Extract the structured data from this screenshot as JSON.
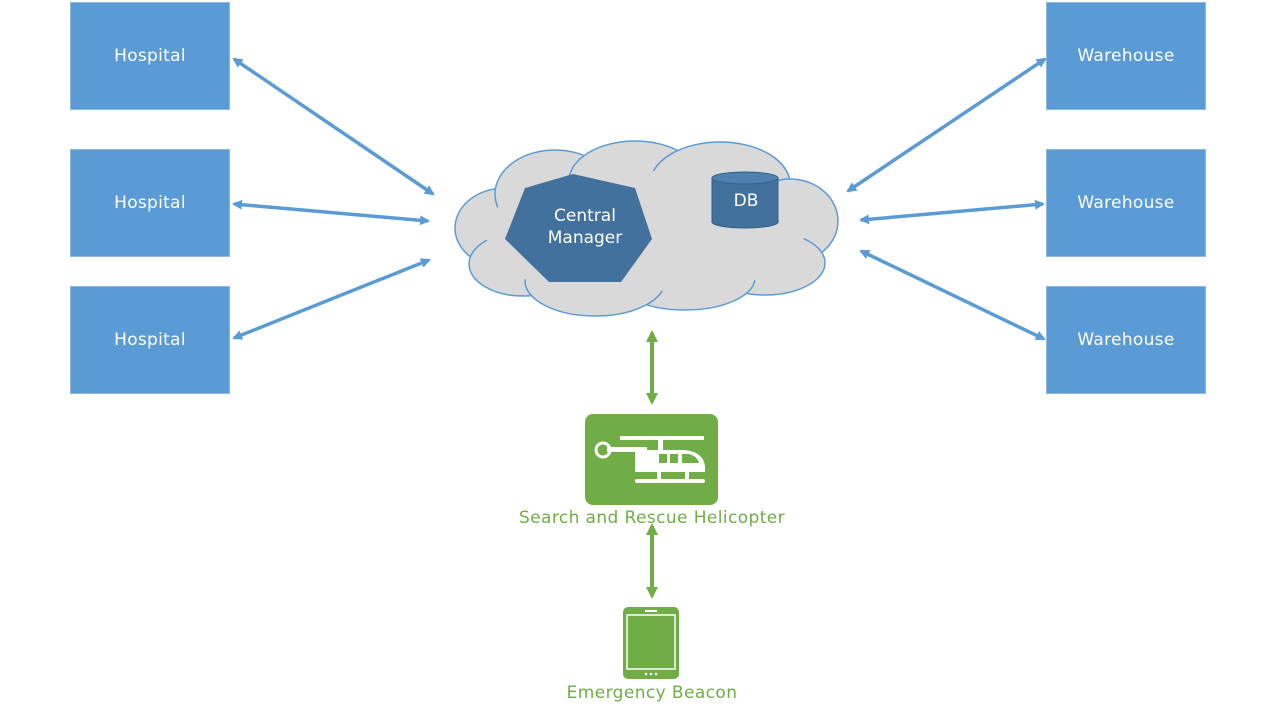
{
  "hospitals": [
    {
      "label": "Hospital"
    },
    {
      "label": "Hospital"
    },
    {
      "label": "Hospital"
    }
  ],
  "warehouses": [
    {
      "label": "Warehouse"
    },
    {
      "label": "Warehouse"
    },
    {
      "label": "Warehouse"
    }
  ],
  "cloud": {
    "central_manager": {
      "line1": "Central",
      "line2": "Manager"
    },
    "db": {
      "label": "DB"
    }
  },
  "helicopter": {
    "caption": "Search and Rescue Helicopter",
    "icon": "helicopter-icon"
  },
  "beacon": {
    "caption": "Emergency Beacon",
    "icon": "smartphone-icon"
  },
  "colors": {
    "box_blue": "#5b9bd5",
    "arrow_blue": "#5b9bd5",
    "cloud_fill": "#d9d9d9",
    "cloud_stroke": "#5b9bd5",
    "heptagon": "#41719c",
    "green": "#70ad47"
  }
}
